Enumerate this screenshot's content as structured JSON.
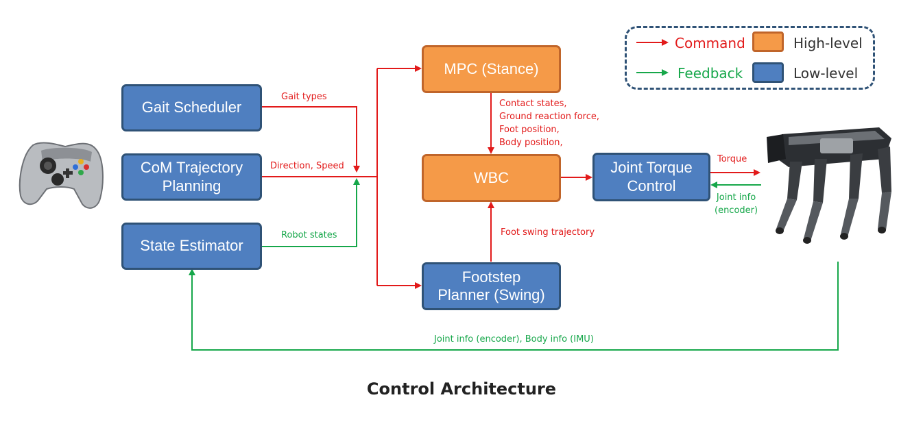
{
  "title": "Control Architecture",
  "colors": {
    "command": "#e21a1a",
    "feedback": "#16a74a",
    "high_level": "#f59a48",
    "low_level": "#4f7fc0",
    "border": "#2f5276"
  },
  "legend": {
    "command": "Command",
    "feedback": "Feedback",
    "high_level": "High-level",
    "low_level": "Low-level"
  },
  "blocks": {
    "gait_scheduler": "Gait Scheduler",
    "com_trajectory": "CoM Trajectory\nPlanning",
    "state_estimator": "State Estimator",
    "mpc": "MPC (Stance)",
    "wbc": "WBC",
    "footstep_planner": "Footstep\nPlanner (Swing)",
    "joint_torque": "Joint Torque\nControl"
  },
  "labels": {
    "gait_types": "Gait types",
    "direction_speed": "Direction, Speed",
    "robot_states": "Robot states",
    "mpc_outputs": "Contact states,\nGround reaction force,\nFoot position,\nBody position,",
    "foot_swing": "Foot swing trajectory",
    "torque": "Torque",
    "joint_info": "Joint info\n(encoder)",
    "feedback_loop": "Joint info (encoder), Body info (IMU)"
  },
  "icons": {
    "controller": "gamepad-icon",
    "robot": "quadruped-robot-icon"
  }
}
